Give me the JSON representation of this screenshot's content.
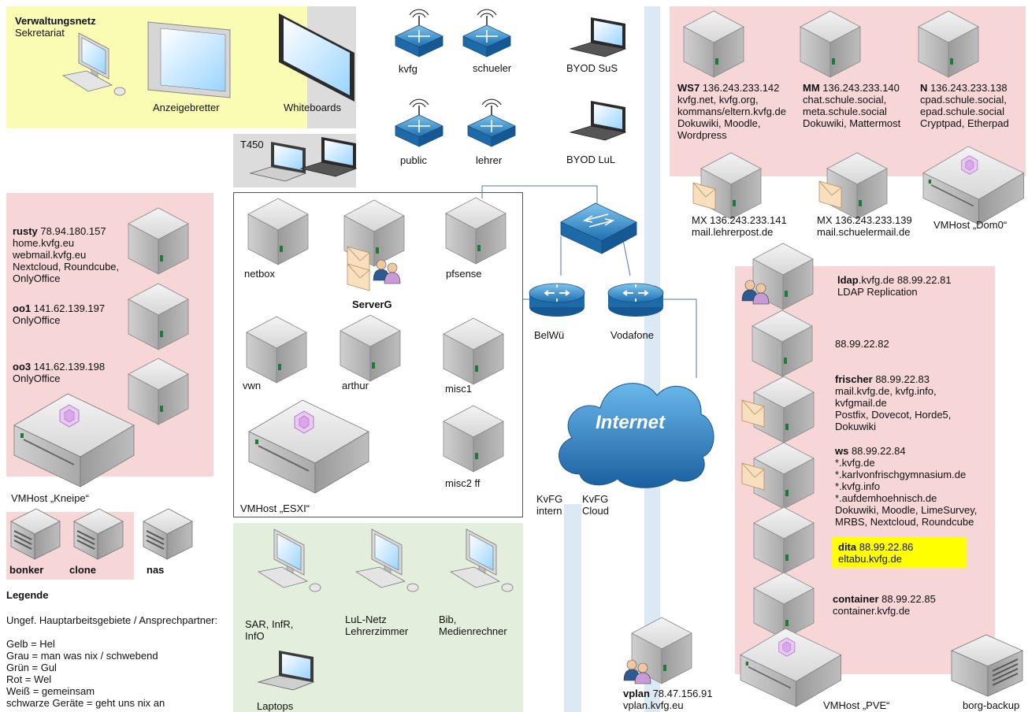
{
  "zones": {
    "verwaltung": {
      "title": "Verwaltungsnetz",
      "subtitle": "Sekretariat",
      "color": "#fafcb4"
    },
    "kneipe_label": "VMHost „Kneipe“",
    "esxi_label": "VMHost „ESXI“",
    "dom0_label": "VMHost „Dom0“",
    "pve_label": "VMHost „PVE“",
    "red_color": "#f6d6d6",
    "gray_color": "#dcdcdc",
    "green_color": "#e3efdc",
    "blue_color": "#dbe9f4"
  },
  "devices": {
    "anzeigebretter": "Anzeigebretter",
    "whiteboards": "Whiteboards",
    "t450": "T450",
    "ap_kvfg": "kvfg",
    "ap_schueler": "schueler",
    "ap_public": "public",
    "ap_lehrer": "lehrer",
    "byod_sus": "BYOD SuS",
    "byod_lul": "BYOD LuL",
    "belwue": "BelWü",
    "vodafone": "Vodafone",
    "internet": "Internet",
    "kvfg_intern": [
      "KvFG",
      "intern"
    ],
    "kvfg_cloud": [
      "KvFG",
      "Cloud"
    ]
  },
  "esxi_vms": {
    "netbox": "netbox",
    "serverg": "ServerG",
    "pfsense": "pfsense",
    "vwn": "vwn",
    "arthur": "arthur",
    "misc1": "misc1",
    "misc2": "misc2 ff"
  },
  "kneipe_vms": {
    "rusty": {
      "name": "rusty",
      "ip": " 78.94.180.157",
      "lines": [
        "home.kvfg.eu",
        "webmail.kvfg.eu",
        "Nextcloud, Roundcube,",
        "OnlyOffice"
      ]
    },
    "oo1": {
      "name": "oo1",
      "ip": " 141.62.139.197",
      "lines": [
        "OnlyOffice"
      ]
    },
    "oo3": {
      "name": "oo3",
      "ip": " 141.62.139.198",
      "lines": [
        "OnlyOffice"
      ]
    }
  },
  "small_servers": {
    "bonker": "bonker",
    "clone": "clone",
    "nas": "nas"
  },
  "legend": {
    "title": "Legende",
    "intro": "Ungef. Hauptarbeitsgebiete / Ansprechpartner:",
    "lines": [
      "Gelb = Hel",
      "Grau = man was nix / schwebend",
      "Grün = Gul",
      "Rot = Wel",
      "Weiß =  gemeinsam",
      "schwarze Geräte = geht uns nix an"
    ]
  },
  "clients": {
    "sar": [
      "SAR, InfR,",
      "InfO"
    ],
    "lul": [
      "LuL-Netz",
      "Lehrerzimmer"
    ],
    "bib": [
      "Bib,",
      "Medienrechner"
    ],
    "laptops": "Laptops"
  },
  "dom0_vms": {
    "ws7": {
      "name": "WS7",
      "ip": " 136.243.233.142",
      "lines": [
        "kvfg.net, kvfg.org,",
        "kommans/eltern.kvfg.de",
        "Dokuwiki, Moodle,",
        "Wordpress"
      ]
    },
    "mm": {
      "name": "MM",
      "ip": " 136.243.233.140",
      "lines": [
        "chat.schule.social,",
        "meta.schule.social",
        "Dokuwiki, Mattermost"
      ]
    },
    "n": {
      "name": "N",
      "ip": " 136.243.233.138",
      "lines": [
        "cpad.schule.social,",
        "epad.schule.social",
        "Cryptpad, Etherpad"
      ]
    },
    "mx1": [
      "MX 136.243.233.141",
      "mail.lehrerpost.de"
    ],
    "mx2": [
      "MX 136.243.233.139",
      "mail.schuelermail.de"
    ]
  },
  "pve_vms": {
    "ldap": {
      "name": "ldap",
      "ip": ".kvfg.de 88.99.22.81",
      "lines": [
        "LDAP Replication"
      ]
    },
    "srv82": "88.99.22.82",
    "frischer": {
      "name": "frischer",
      "ip": " 88.99.22.83",
      "lines": [
        "mail.kvfg.de, kvfg.info,",
        "kvfgmail.de",
        "Postfix, Dovecot, Horde5,",
        "Dokuwiki"
      ]
    },
    "ws": {
      "name": "ws",
      "ip": " 88.99.22.84",
      "lines": [
        "*.kvfg.de",
        "*.karlvonfrischgymnasium.de",
        "*.kvfg.info",
        "*.aufdemhoehnisch.de",
        "Dokuwiki, Moodle, LimeSurvey,",
        "MRBS, Nextcloud, Roundcube"
      ]
    },
    "dita": {
      "name": "dita",
      "ip": " 88.99.22.86",
      "lines": [
        "eltabu.kvfg.de"
      ]
    },
    "container": {
      "name": "container",
      "ip": " 88.99.22.85",
      "lines": [
        "container.kvfg.de"
      ]
    },
    "borg": "borg-backup"
  },
  "vplan": {
    "name": "vplan",
    "ip": " 78.47.156.91",
    "lines": [
      "vplan.kvfg.eu"
    ]
  }
}
